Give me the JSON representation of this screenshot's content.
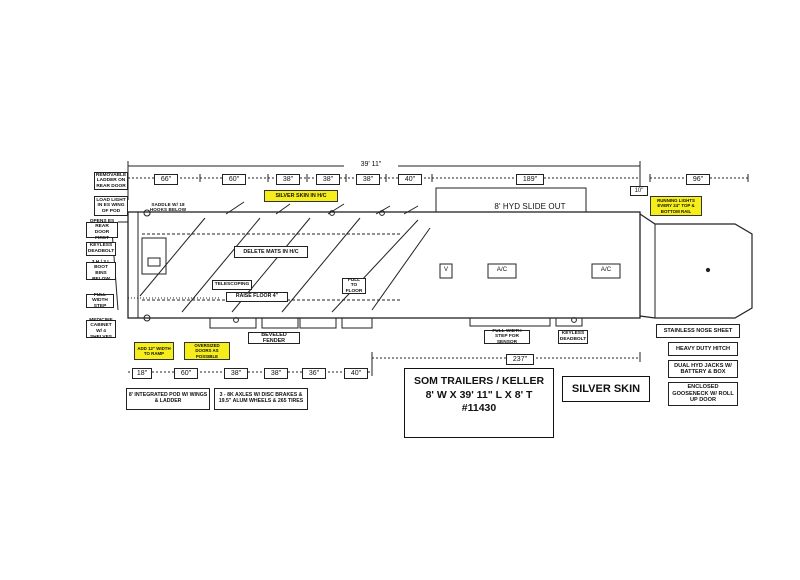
{
  "dimensions": {
    "overall_length": "39' 11\"",
    "top": [
      "66\"",
      "60\"",
      "38\"",
      "38\"",
      "38\"",
      "40\"",
      "189\"",
      "96\""
    ],
    "hitch_gap": "10\"",
    "bottom": [
      "18\"",
      "60\"",
      "38\"",
      "38\"",
      "36\"",
      "40\""
    ],
    "slide_out_length": "237\""
  },
  "callouts": {
    "removable_ladder": "REMOVABLE LADDER ON REAR DOOR",
    "load_light": "LOAD LIGHT IN ES WING OF POD",
    "opens_rear_door": "OPENS ES REAR DOOR FIRST",
    "keyless_deadbolt_left": "KEYLESS DEADBOLT",
    "boot_bins": "3 H / 3 L BOOT BINS BELOW",
    "full_width_step_left": "FULL WIDTH STEP",
    "medicine_cabinet": "MEDICINE CABINET W/ 4 SHELVES",
    "saddle_racks": "SADDLE W/ 18 HOOKS BELOW",
    "delete_mats": "DELETE MATS IN H/C",
    "telescoping": "TELESCOPING",
    "raise_floor": "RAISE FLOOR 4\"",
    "full_to_floor": "FULL TO FLOOR",
    "beveled_fender": "BEVELED FENDER",
    "slide_out": "8' HYD SLIDE OUT",
    "vent_v": "V",
    "ac_mid": "A/C",
    "ac_front": "A/C",
    "full_width_step_right": "FULL WIDTH STEP FOR SENSOR",
    "keyless_deadbolt_right": "KEYLESS DEADBOLT"
  },
  "highlights": {
    "silver_skin_hc": "SILVER SKIN IN H/C",
    "running_lights": "RUNNING LIGHTS EVERY 24\" TOP & BOTTOM RAIL",
    "add_width_ramp": "ADD 12\" WIDTH TO RAMP",
    "oversized_doors": "OVERSIZED DOORS AS POSSIBLE"
  },
  "feature_boxes": {
    "integrated_pod": "8' INTEGRATED POD W/ WINGS & LADDER",
    "axles": "3 - 8K AXLES W/ DISC BRAKES & 19.5\" ALUM WHEELS & 265 TIRES",
    "stainless_nose": "STAINLESS NOSE SHEET",
    "heavy_hitch": "HEAVY DUTY HITCH",
    "hyd_jacks": "DUAL HYD JACKS W/ BATTERY & BOX",
    "gooseneck": "ENCLOSED GOOSENECK W/ ROLL UP DOOR"
  },
  "title": {
    "line1": "SOM TRAILERS / KELLER",
    "line2": "8' W X 39' 11\" L X 8' T",
    "line3": "#11430"
  },
  "silver_skin": "SILVER SKIN",
  "colors": {
    "highlight": "#f5ee1b",
    "ink": "#111111"
  }
}
